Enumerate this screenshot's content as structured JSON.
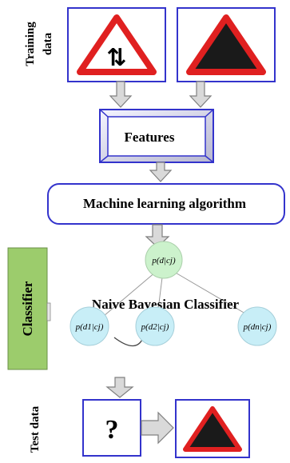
{
  "labels": {
    "training": [
      "Training",
      "data"
    ],
    "features": "Features",
    "algorithm": "Machine learning algorithm",
    "classifier_tab": "Classifier",
    "classifier_name": "Naive Bayesian Classifier",
    "test": "Test data",
    "question": "?"
  },
  "nodes": {
    "top": "p(d|cj)",
    "d1": "p(d1|cj)",
    "d2": "p(d2|cj)",
    "dn": "p(dn|cj)"
  },
  "colors": {
    "box_border": "#3333cc",
    "sign_red": "#e02020",
    "sign_fill": "#1a1a1a",
    "arrow_fill": "#d9d9d9",
    "arrow_stroke": "#808080",
    "classifier_bg": "#9ccc6c",
    "node_top": "#ccf2cc",
    "node_leaf": "#c8eef7"
  },
  "icons": {
    "training_sign_1": "two-way-traffic-warning-sign",
    "training_sign_2": "solid-triangle-warning-sign",
    "result_sign": "solid-triangle-warning-sign"
  }
}
